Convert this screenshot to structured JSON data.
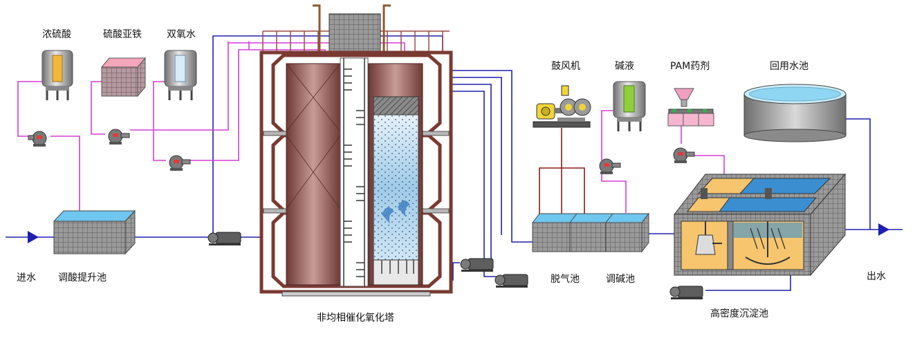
{
  "labels": {
    "inlet": "进水",
    "acid_lift_tank": "调酸提升池",
    "conc_sulfuric": "浓硫酸",
    "ferrous_sulfate": "硫酸亚铁",
    "hydrogen_peroxide": "双氧水",
    "tower": "非均相催化氧化塔",
    "blower": "鼓风机",
    "alkali": "碱液",
    "pam": "PAM药剂",
    "reuse_pool": "回用水池",
    "degas_tank": "脱气池",
    "alkali_tank": "调碱池",
    "sedimentation": "高密度沉淀池",
    "outlet": "出水"
  },
  "colors": {
    "water_line": "#1f1fb0",
    "chemical_line": "#d63cd6",
    "air_line": "#8b1a1a",
    "tower_frame": "#7a3a32",
    "tower_body": "#a0655f",
    "grid_tank": "#8c8c8c",
    "water_fill": "#6fc6ef",
    "sed_wall": "#b7b7b7",
    "sed_inner": "#f6c56e"
  },
  "icons": [
    "tank-icon",
    "pump-icon",
    "blower-icon",
    "mixer-icon",
    "arrow-icon"
  ]
}
